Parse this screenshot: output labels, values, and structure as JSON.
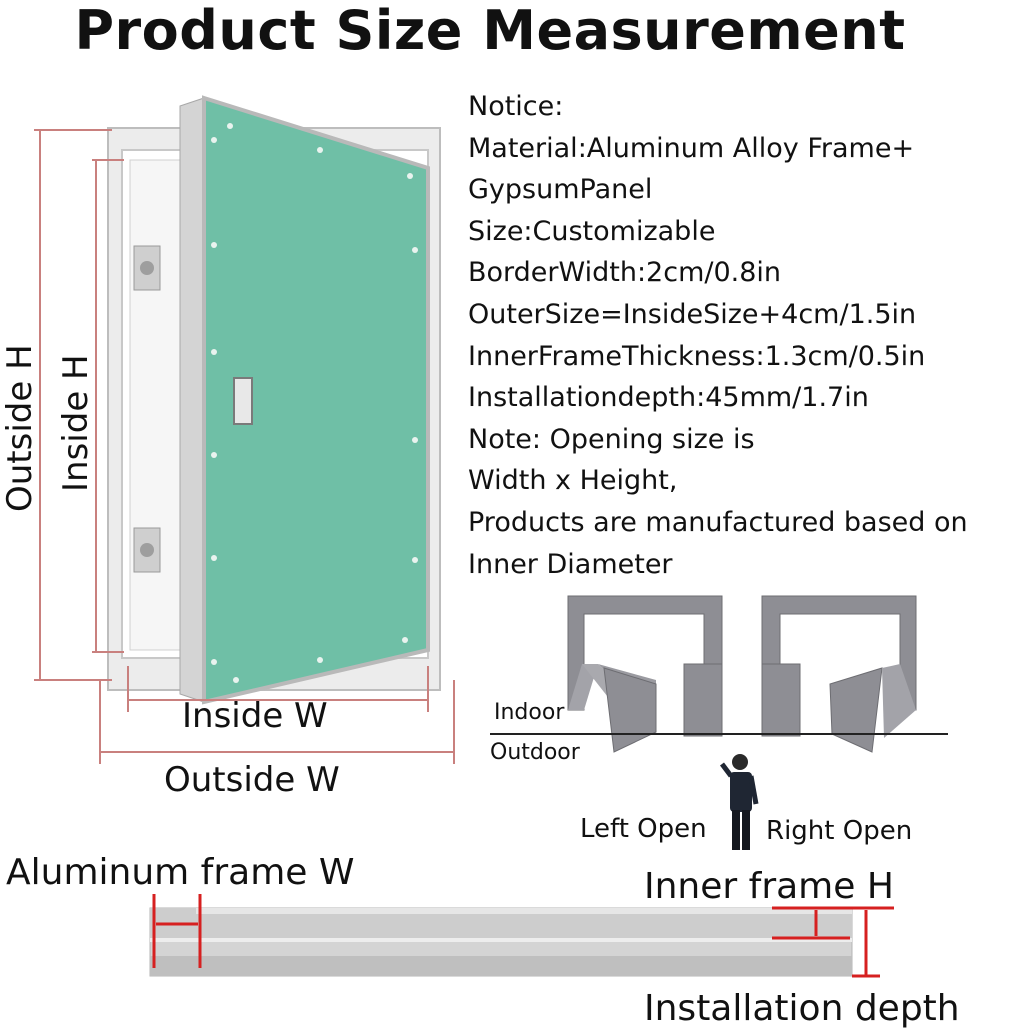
{
  "title": "Product Size Measurement",
  "notice_lines": [
    "Notice:",
    "Material:Aluminum Alloy Frame+",
    "GypsumPanel",
    "Size:Customizable",
    "BorderWidth:2cm/0.8in",
    "OuterSize=InsideSize+4cm/1.5in",
    "InnerFrameThickness:1.3cm/0.5in",
    "Installationdepth:45mm/1.7in",
    "Note: Opening size is",
    "Width x Height,",
    "Products are manufactured based on",
    "Inner Diameter"
  ],
  "door_diagram": {
    "outside_h": "Outside H",
    "inside_h": "Inside H",
    "inside_w": "Inside W",
    "outside_w": "Outside W"
  },
  "opening_diagram": {
    "indoor": "Indoor",
    "outdoor": "Outdoor",
    "left_open": "Left Open",
    "right_open": "Right Open"
  },
  "profile_diagram": {
    "aluminum_frame_w": "Aluminum frame W",
    "inner_frame_h": "Inner frame H",
    "installation_depth": "Installation depth"
  },
  "colors": {
    "panel_green": "#6fbfa6",
    "dimension_line": "#c9807e",
    "dimension_red": "#d62020",
    "frame_gray": "#d9d9d9",
    "wall_gray": "#8e8e94"
  }
}
